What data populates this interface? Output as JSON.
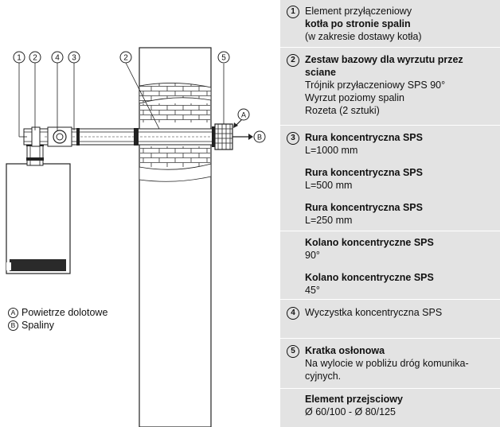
{
  "diagram": {
    "callouts": [
      "1",
      "2",
      "4",
      "3",
      "2",
      "5"
    ],
    "arrow_labels": [
      "A",
      "B"
    ]
  },
  "captions": [
    {
      "badge": "A",
      "text": "Powietrze dolotowe"
    },
    {
      "badge": "B",
      "text": "Spaliny"
    }
  ],
  "legend": [
    {
      "num": "1",
      "lines": [
        {
          "t": "Element przyłączeniowy",
          "b": false
        },
        {
          "t": "kotła po stronie spalin",
          "b": true
        },
        {
          "t": "(w zakresie dostawy kotła)",
          "b": false
        }
      ]
    },
    {
      "num": "2",
      "lines": [
        {
          "t": "Zestaw bazowy dla wyrzutu przez",
          "b": true
        },
        {
          "t": "sciane",
          "b": true
        },
        {
          "t": "Trójnik przyłaczeniowy SPS 90°",
          "b": false
        },
        {
          "t": "Wyrzut poziomy spalin",
          "b": false
        },
        {
          "t": "Rozeta (2 sztuki)",
          "b": false
        }
      ]
    },
    {
      "num": "3",
      "lines": [
        {
          "t": "Rura koncentryczna SPS",
          "b": true
        },
        {
          "t": "L=1000 mm",
          "b": false
        }
      ]
    },
    {
      "num": "",
      "lines": [
        {
          "t": "Rura koncentryczna SPS",
          "b": true
        },
        {
          "t": "L=500 mm",
          "b": false
        }
      ]
    },
    {
      "num": "",
      "lines": [
        {
          "t": "Rura koncentryczna SPS",
          "b": true
        },
        {
          "t": "L=250 mm",
          "b": false
        }
      ]
    },
    {
      "num": "",
      "lines": [
        {
          "t": "Kolano koncentryczne SPS",
          "b": true
        },
        {
          "t": "90°",
          "b": false
        }
      ]
    },
    {
      "num": "",
      "lines": [
        {
          "t": "Kolano koncentryczne SPS",
          "b": true
        },
        {
          "t": "45°",
          "b": false
        }
      ]
    },
    {
      "num": "4",
      "lines": [
        {
          "t": "Wyczystka koncentryczna SPS",
          "b": false
        }
      ]
    },
    {
      "num": "5",
      "lines": [
        {
          "t": "Kratka osłonowa",
          "b": true
        },
        {
          "t": "Na wylocie w pobliżu dróg komunika-",
          "b": false
        },
        {
          "t": "cyjnych.",
          "b": false
        }
      ]
    },
    {
      "num": "",
      "lines": [
        {
          "t": "Element przejsciowy",
          "b": true
        },
        {
          "t": "Ø 60/100 - Ø 80/125",
          "b": false
        }
      ]
    }
  ]
}
